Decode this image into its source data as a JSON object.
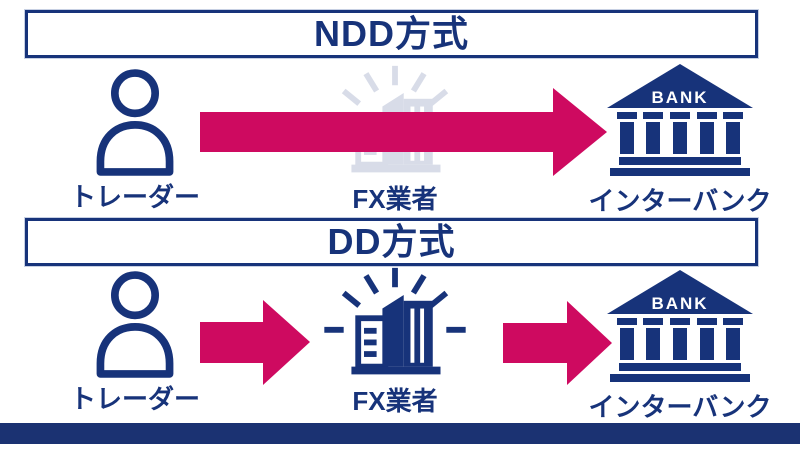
{
  "diagram": {
    "sections": [
      {
        "id": "ndd",
        "title": "NDD方式",
        "nodes": {
          "trader": "トレーダー",
          "broker": "FX業者",
          "bank": "インターバンク"
        },
        "bank_sign": "BANK",
        "broker_state": "faded (bypassed by direct arrow)",
        "arrows": [
          "trader → interbank (direct, long arrow over faded broker)"
        ]
      },
      {
        "id": "dd",
        "title": "DD方式",
        "nodes": {
          "trader": "トレーダー",
          "broker": "FX業者",
          "bank": "インターバンク"
        },
        "bank_sign": "BANK",
        "broker_state": "highlighted (sunburst rays)",
        "arrows": [
          "trader → FX broker",
          "FX broker → interbank"
        ]
      }
    ],
    "colors": {
      "navy": "#17337A",
      "arrow_pink": "#CE0A60",
      "faded_broker": "#D8DCE8",
      "footer_bar": "#1B3272"
    }
  }
}
